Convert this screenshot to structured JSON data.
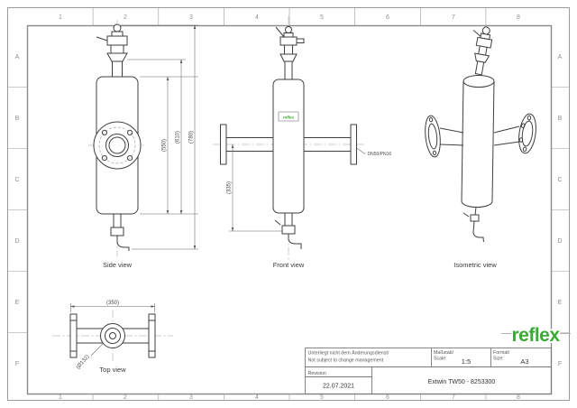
{
  "frame": {
    "columns": [
      "1",
      "2",
      "3",
      "4",
      "5",
      "6",
      "7",
      "8"
    ],
    "rows": [
      "A",
      "B",
      "C",
      "D",
      "E",
      "F"
    ]
  },
  "views": {
    "side": {
      "label": "Side view",
      "dim_body": "(550)",
      "dim_mid": "(610)",
      "dim_total": "(780)"
    },
    "front": {
      "label": "Front view",
      "dim_height": "(335)",
      "flange_note": "DN50/PN16",
      "body_label": "reflex"
    },
    "isometric": {
      "label": "Isometric view"
    },
    "top": {
      "label": "Top view",
      "dim_length": "(350)",
      "dim_diameter": "(Ø132)"
    }
  },
  "title_block": {
    "note_de": "Unterliegt nicht dem Änderungsdienst/",
    "note_en": "Not subject to change management",
    "scale_label_de": "Maßstab/",
    "scale_label_en": "Scale:",
    "scale_value": "1:5",
    "format_label_de": "Format/",
    "format_label_en": "Size:",
    "format_value": "A3",
    "revision_label": "Revision",
    "revision_date": "22.07.2021",
    "drawing_title": "Extwin TW50 - 8253300"
  },
  "logo": {
    "text": "reflex",
    "color": "#3aaa35"
  }
}
